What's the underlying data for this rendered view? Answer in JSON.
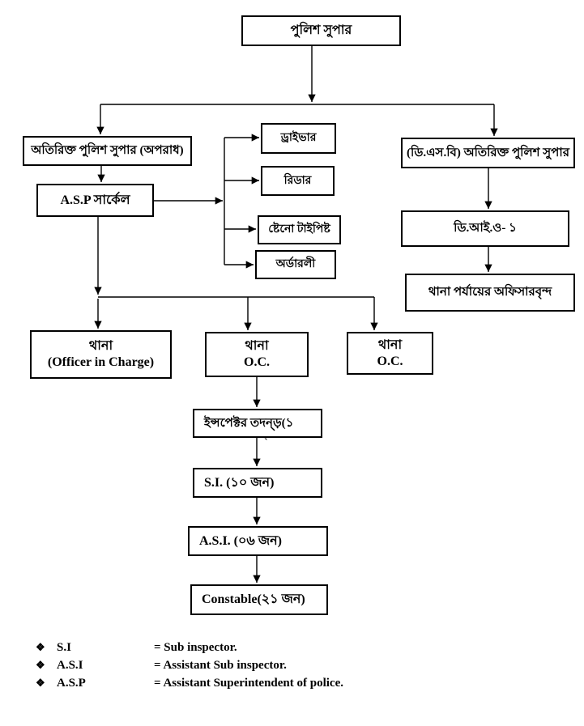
{
  "diagram": {
    "nodes": {
      "police_super": "পুলিশ সুপার",
      "addl_super_crime": "অতিরিক্ত পুলিশ সুপার (অপরাধ)",
      "asp_circle": "A.S.P সার্কেল",
      "driver": "ড্রাইভার",
      "reader": "রিডার",
      "steno_typist": "ষ্টেনো টাইপিষ্ট",
      "orderly": "অর্ডারলী",
      "dsb_addl_super": "(ডি.এস.বি) অতিরিক্ত পুলিশ সুপার",
      "dio_1": "ডি.আই.ও- ১",
      "thana_level_officers": "থানা পর্যায়ের অফিসারবৃন্দ",
      "thana1_line1": "থানা",
      "thana1_line2": "(Officer in Charge)",
      "thana2_line1": "থানা",
      "thana2_line2": "O.C.",
      "thana3_line1": "থানা",
      "thana3_line2": "O.C.",
      "inspector": "ইন্সপেক্টর তদন্ড়(১",
      "si": "S.I. (১০ জন)",
      "asi": "A.S.I. (০৬ জন)",
      "constable": "Constable(২১ জন)"
    },
    "stray_mark": "`",
    "legend": [
      {
        "bullet": "❖",
        "term": "S.I",
        "definition": "= Sub inspector."
      },
      {
        "bullet": "❖",
        "term": "A.S.I",
        "definition": "= Assistant Sub inspector."
      },
      {
        "bullet": "❖",
        "term": "A.S.P",
        "definition": "= Assistant Superintendent of police."
      }
    ],
    "colors": {
      "line": "#000000",
      "background": "#ffffff",
      "text": "#000000"
    }
  }
}
